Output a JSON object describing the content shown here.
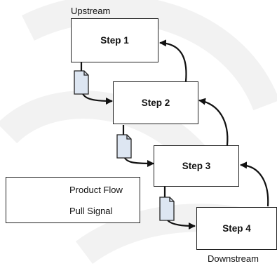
{
  "diagram": {
    "top_label": "Upstream",
    "bottom_label": "Downstream",
    "steps": [
      {
        "label": "Step 1"
      },
      {
        "label": "Step 2"
      },
      {
        "label": "Step 3"
      },
      {
        "label": "Step 4"
      }
    ],
    "edges": [
      {
        "type": "product-flow",
        "from": "Step 1",
        "to": "Step 2"
      },
      {
        "type": "product-flow",
        "from": "Step 2",
        "to": "Step 3"
      },
      {
        "type": "product-flow",
        "from": "Step 3",
        "to": "Step 4"
      },
      {
        "type": "pull-signal",
        "from": "Step 2",
        "to": "Step 1"
      },
      {
        "type": "pull-signal",
        "from": "Step 3",
        "to": "Step 2"
      },
      {
        "type": "pull-signal",
        "from": "Step 4",
        "to": "Step 3"
      }
    ]
  },
  "legend": {
    "product_flow_label": "Product Flow",
    "pull_signal_label": "Pull Signal"
  },
  "colors": {
    "document_fill": "#dde6f2",
    "line": "#111111",
    "watermark": "#f2f2f2"
  }
}
